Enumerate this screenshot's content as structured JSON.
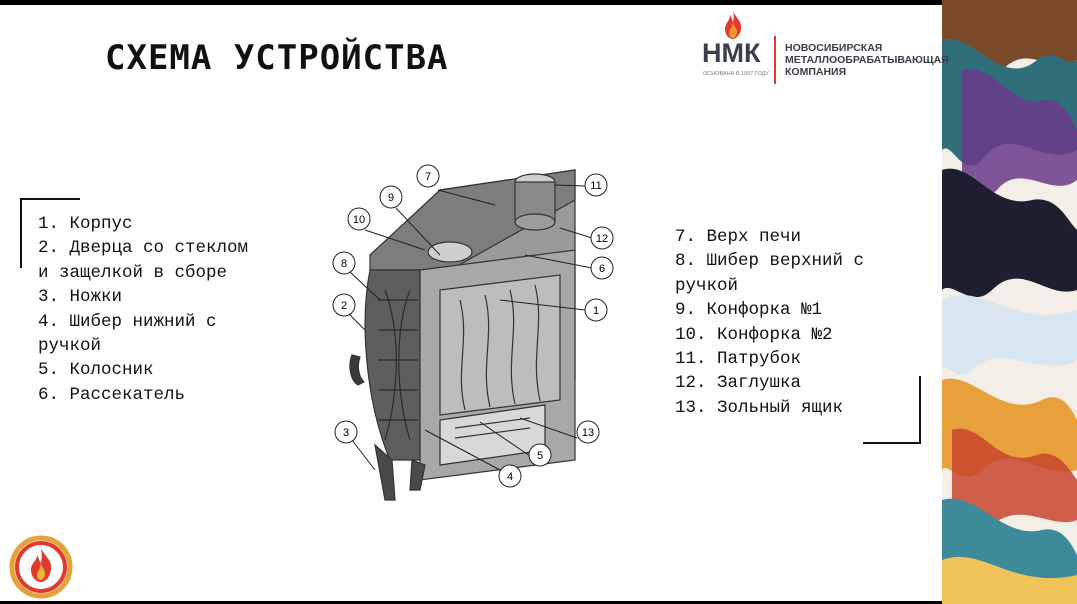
{
  "slide": {
    "title": "СХЕМА УСТРОЙСТВА"
  },
  "logo": {
    "mark": "НМК",
    "name_lines": [
      "НОВОСИБИРСКАЯ",
      "МЕТАЛЛООБРАБАТЫВАЮЩАЯ",
      "КОМПАНИЯ"
    ],
    "tagline": "ОСНОВАНА В 1997 ГОДУ",
    "accent_color": "#e03a2c"
  },
  "parts_left": [
    "1. Корпус",
    "2. Дверца со стеклом",
    "и защелкой в сборе",
    "3. Ножки",
    "4. Шибер нижний с",
    "ручкой",
    "5. Колосник",
    "6. Рассекатель"
  ],
  "parts_right": [
    "7. Верх печи",
    "8. Шибер верхний с",
    "ручкой",
    "9. Конфорка №1",
    "10. Конфорка №2",
    "11. Патрубок",
    "12. Заглушка",
    "13. Зольный ящик"
  ],
  "diagram": {
    "callouts": [
      "1",
      "2",
      "3",
      "4",
      "5",
      "6",
      "7",
      "8",
      "9",
      "10",
      "11",
      "12",
      "13"
    ]
  },
  "icons": {
    "logo": "flame-icon",
    "footer": "fire-badge-icon"
  }
}
